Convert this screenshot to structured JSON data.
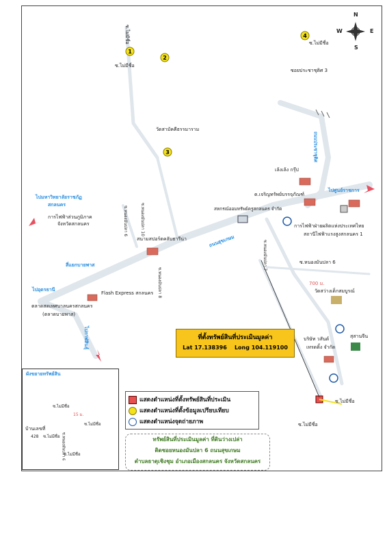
{
  "compass": {
    "n": "N",
    "s": "S",
    "e": "E",
    "w": "W"
  },
  "markers": [
    {
      "num": "1",
      "label": "ซ.ไม่มีชื่อ"
    },
    {
      "num": "2"
    },
    {
      "num": "3",
      "label": "วัดสามัคคีธรรมาราม"
    },
    {
      "num": "4",
      "label": "ซ.ไม่มีชื่อ"
    }
  ],
  "labels": {
    "soi_mai_mi_chue_top": "ซ.ไม่มีชื่อ",
    "soi_prachachuenkit3": "ซอยประชาชุติศ 3",
    "tanon_prachachuenkit": "ถนนประชาชุติศ",
    "leng_leng_group": "เล้งเล้ง กรุ๊ป",
    "dor_jaroen": "ด.เจริญทรัพย์บรรจุภัณฑ์",
    "sahakorn": "สหกรณ์ออมทรัพย์ครูสกลนคร จำกัด",
    "to_rajabhat": "ไปมหาวิทยาลัยราชภัฏ",
    "to_rajabhat2": "สกลนคร",
    "pea_regional": "การไฟฟ้าส่วนภูมิภาค",
    "pea_regional2": "จังหวัดสกลนคร",
    "to_terminal": "ไปศูนย์ราชการ",
    "egat": "การไฟฟ้าฝ่ายผลิตแห่งประเทศไทย",
    "egat2": "สถานีไฟฟ้าแรงสูงสกลนคร 1",
    "soi_nongmonpla6": "ซ.หนองมันปลา 6",
    "soi_nongmonpla10": "ซ.หนองมันปลา 10",
    "stadium": "สนามสปอร์ตคลับธารีน่า",
    "tanon_sukkasem": "ถนนสุขเกษม",
    "soi_nongmonpla7": "ซ.หนองมันปลา 7",
    "soi_nongmonpla6b": "ซ.หนองมันปลา 6",
    "soi_nongmonpla8": "ซ.หนองมันปลา 8",
    "distance_700": "700 ม.",
    "wat_sawang": "วัดสว่างเด็กสมบูรณ์",
    "bypass": "สี่แยกบายพาส",
    "to_udon": "ไปอุดรธานี",
    "flash": "Flash Express สกลนคร",
    "market": "ตลาดสดเทศบาลนครสกลนคร",
    "market2": "(ตลาดบายพาส)",
    "to_kalasin": "ไปกาฬสินธุ์",
    "company": "บริษัท วสันต์",
    "company2": "เทรดดิ้ง จำกัด",
    "cemetery": "สุสานจีน",
    "soi_a": "ซ.ไม่มีชื่อ",
    "soi_b": "ซ.ไม่มีชื่อ"
  },
  "coords": {
    "title": "ที่ตั้งทรัพย์สินที่ประเมินมูลค่า",
    "lat_label": "Lat",
    "lat": "17.138396",
    "long_label": "Long",
    "long": "104.119100"
  },
  "inset": {
    "title": "ผังขยายทรัพย์สิน",
    "soi1": "ซ.ไม่มีชื่อ",
    "soi2": "ซ.ไม่มีชื่อ",
    "soi3": "ซ.ไม่มีชื่อ",
    "soi4": "ซ.ไม่มีชื่อ",
    "road": "ซ.หนองมันปลา 6",
    "house": "บ้านเลขที่",
    "house_no": "428",
    "dist": "15 ม."
  },
  "legend": {
    "items": [
      {
        "label": "แสดงตำแหน่งที่ตั้งทรัพย์สินที่ประเมิน"
      },
      {
        "label": "แสดงตำแหน่งที่ตั้งข้อมูลเปรียบเทียบ"
      },
      {
        "label": "แสดงตำแหน่งจุดถ่ายภาพ"
      }
    ]
  },
  "note": {
    "line1": "ทรัพย์สินที่ประเมินมูลค่า ที่ดินว่างเปล่า",
    "line2": "ติดซอยหนองมันปลา 6 ถนนสุขเกษม",
    "line3": "ตำบลธาตุเชิงชุม อำเภอเมืองสกลนคร จังหวัดสกลนคร"
  },
  "colors": {
    "road": "#dfe6ec",
    "subject": "#e85050",
    "comparable": "#f4e21c",
    "photo": "#1e5aa8",
    "blue_text": "#2a8fe0",
    "arrow": "#e85060"
  }
}
